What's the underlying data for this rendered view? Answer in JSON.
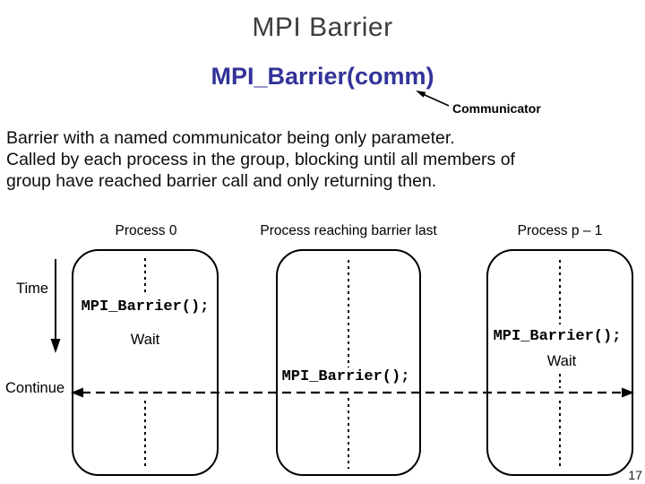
{
  "page": {
    "title": "MPI Barrier",
    "subtitle": "MPI_Barrier(comm)",
    "page_number": "17",
    "colors": {
      "background": "#FFFFFF",
      "title": "#3D3D3D",
      "subtitle": "#333399",
      "diagram_stroke": "#000000"
    }
  },
  "annotation": {
    "label": "Communicator"
  },
  "body": {
    "lines": [
      "Barrier with a named communicator being only parameter.",
      "Called by each process in the group, blocking until all members of",
      "group have reached barrier call and only returning then."
    ]
  },
  "diagram": {
    "time_label": "Time",
    "continue_label": "Continue",
    "processes": [
      {
        "label": "Process 0",
        "barrier_call": "MPI_Barrier();",
        "wait_label": "Wait"
      },
      {
        "label": "Process reaching barrier last",
        "barrier_call": "MPI_Barrier();"
      },
      {
        "label": "Process p – 1",
        "barrier_call": "MPI_Barrier();",
        "wait_label": "Wait"
      }
    ]
  }
}
